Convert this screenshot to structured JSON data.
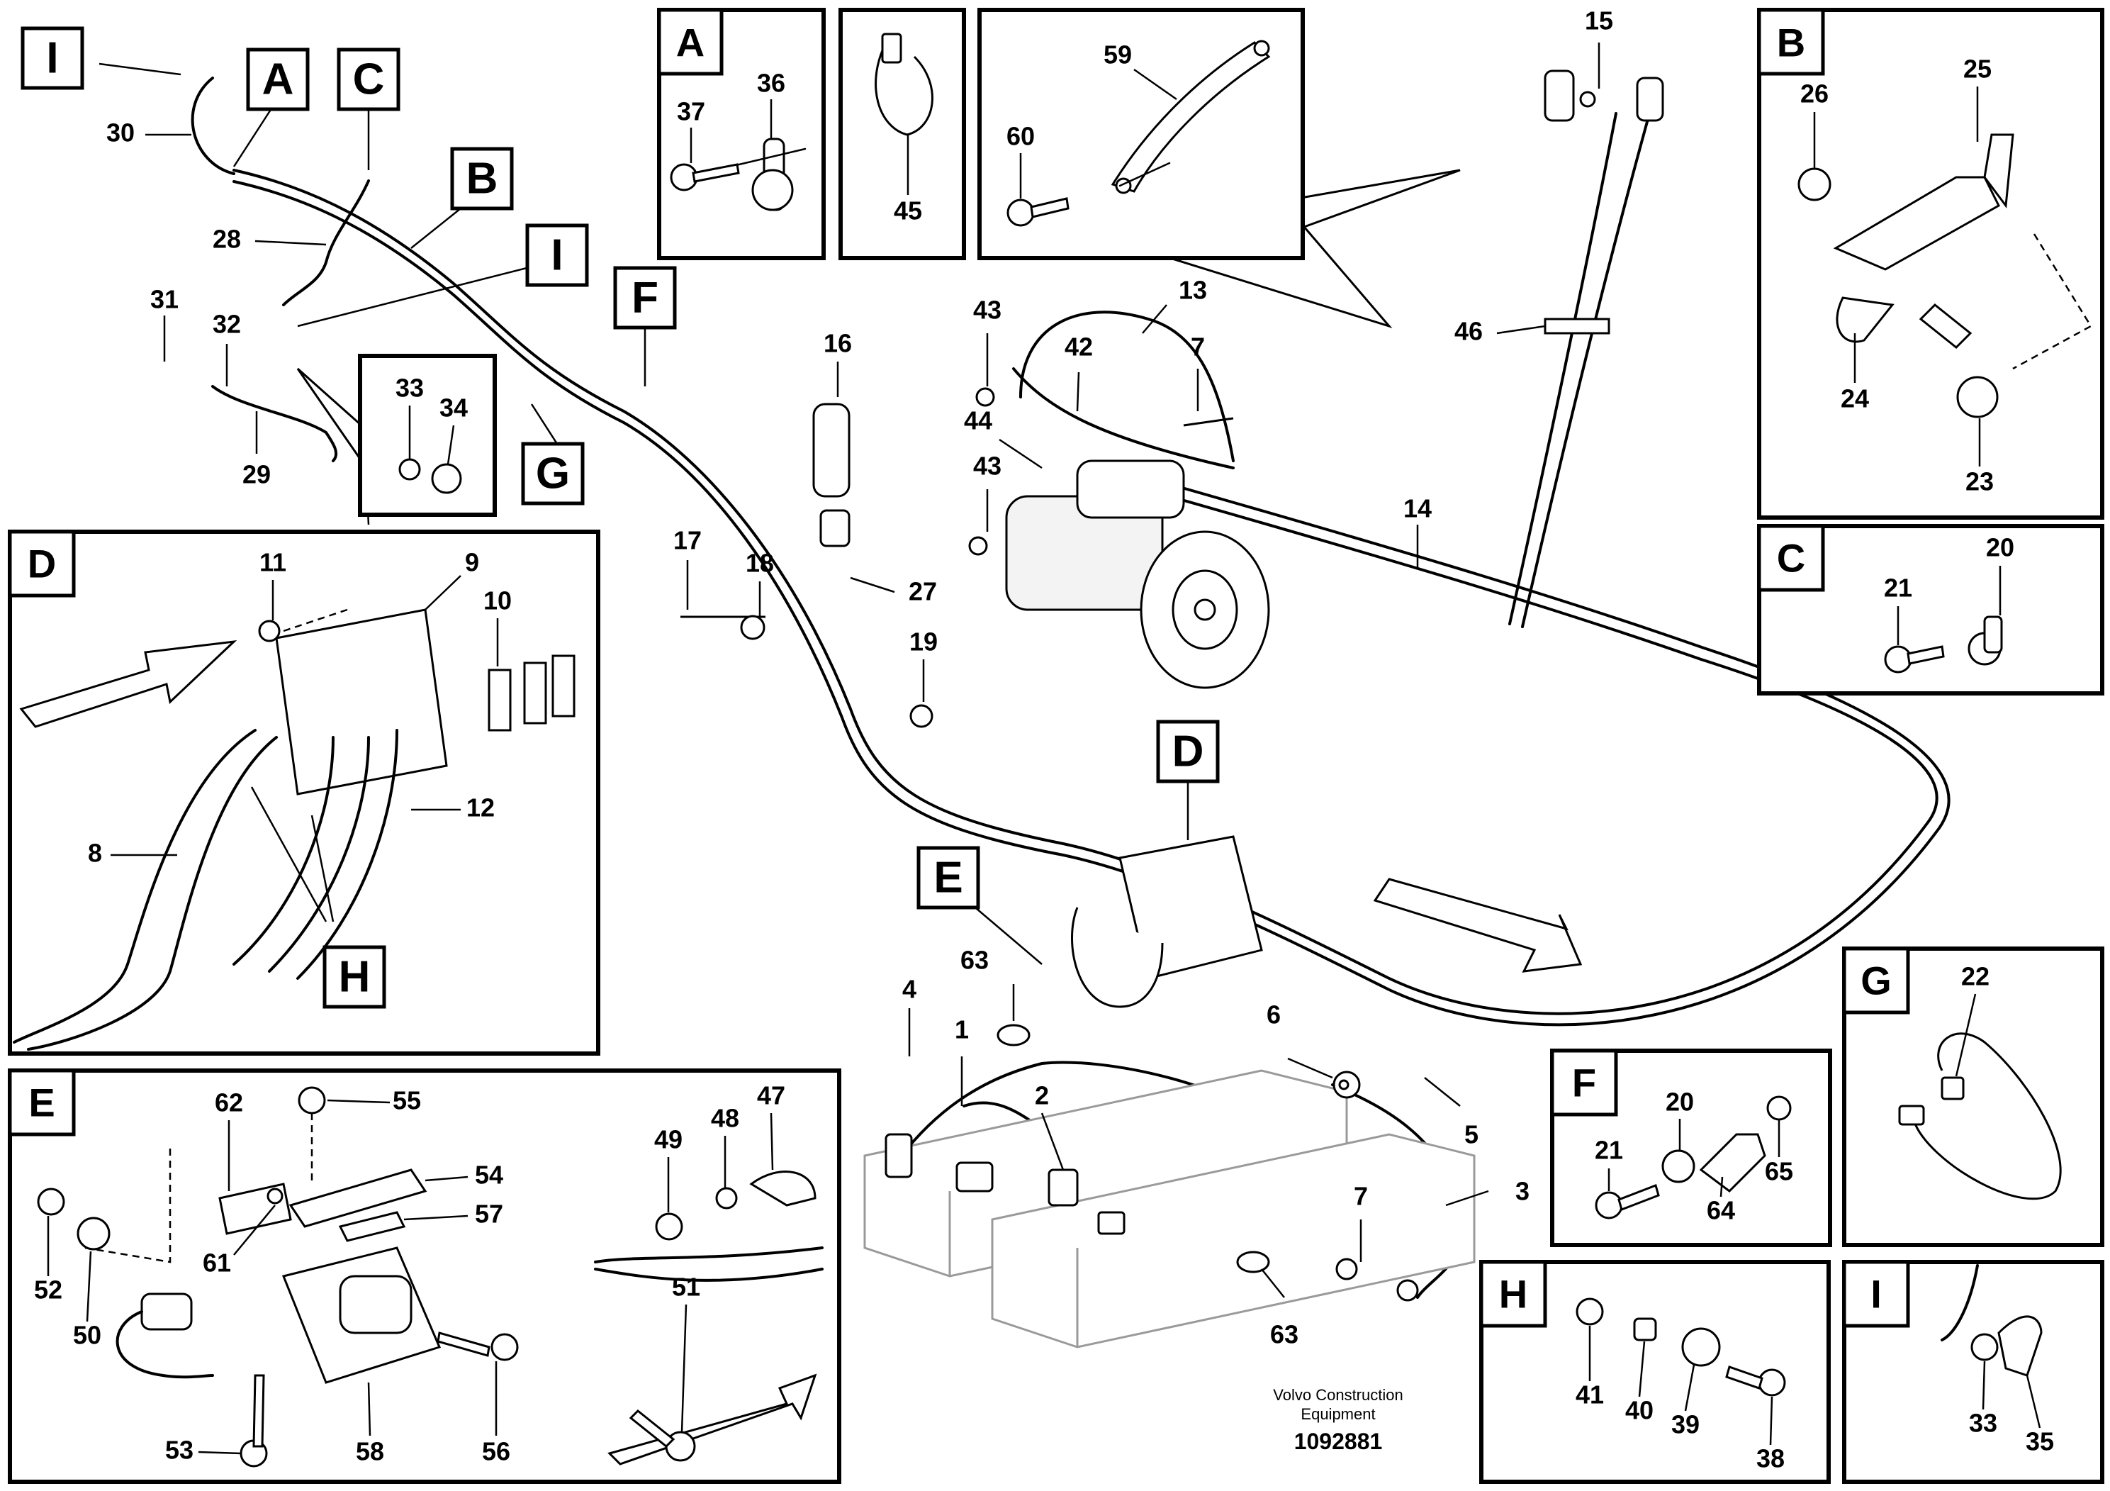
{
  "figure": {
    "footer": {
      "line1": "Volvo Construction",
      "line2": "Equipment",
      "doc_number": "1092881"
    },
    "insets": {
      "A": {
        "letter": "A",
        "parts": [
          "37",
          "36"
        ]
      },
      "clip": {
        "parts": [
          "45"
        ]
      },
      "bracket": {
        "parts": [
          "59",
          "60"
        ]
      },
      "B": {
        "letter": "B",
        "parts": [
          "26",
          "25",
          "24",
          "23"
        ]
      },
      "C": {
        "letter": "C",
        "parts": [
          "21",
          "20"
        ]
      },
      "D": {
        "letter": "D",
        "parts": [
          "11",
          "9",
          "10",
          "12",
          "8"
        ]
      },
      "E": {
        "letter": "E",
        "parts": [
          "62",
          "55",
          "54",
          "57",
          "61",
          "52",
          "50",
          "53",
          "58",
          "56",
          "49",
          "48",
          "47",
          "51"
        ]
      },
      "F": {
        "letter": "F",
        "parts": [
          "20",
          "21",
          "64",
          "65"
        ]
      },
      "G": {
        "letter": "G",
        "parts": [
          "22"
        ]
      },
      "H": {
        "letter": "H",
        "parts": [
          "41",
          "40",
          "39",
          "38"
        ]
      },
      "I": {
        "letter": "I",
        "parts": [
          "33",
          "35"
        ]
      },
      "small_33_34": {
        "parts": [
          "33",
          "34"
        ]
      }
    },
    "callouts": {
      "I_top": "I",
      "A_top": "A",
      "C_top": "C",
      "B_top": "B",
      "I_mid": "I",
      "F_mid": "F",
      "G_mid": "G",
      "D_mid": "D",
      "E_mid": "E",
      "H_in_D": "H"
    },
    "main_parts": [
      "30",
      "28",
      "31",
      "32",
      "29",
      "16",
      "17",
      "18",
      "27",
      "19",
      "43",
      "42",
      "13",
      "7",
      "44",
      "14",
      "15",
      "46",
      "4",
      "1",
      "63",
      "2",
      "6",
      "5",
      "3"
    ]
  }
}
